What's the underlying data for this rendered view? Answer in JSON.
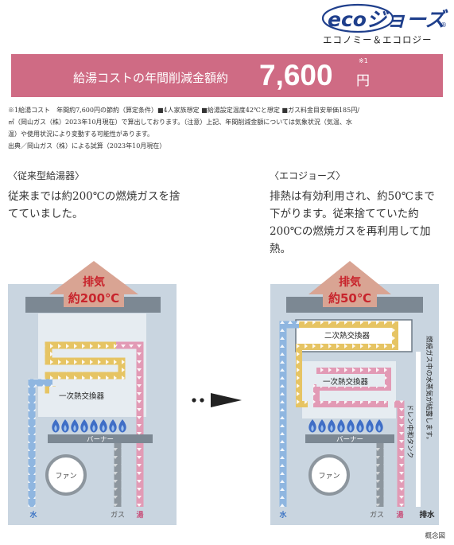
{
  "logo": {
    "wordmark": "ecoジョーズ",
    "registered": "®",
    "subtitle": "エコノミー＆エコロジー"
  },
  "banner": {
    "text": "給湯コストの年間削減金額約",
    "amount": "7,600",
    "unit": "円",
    "note_mark": "※1"
  },
  "footnote": {
    "line1": "※1給湯コスト　年間約7,600円の節約（算定条件）■4人家族想定 ■給湯設定温度42℃と想定 ■ガス料金目安単価185円/",
    "line2": "㎥（岡山ガス（株）2023年10月現在）で算出しております。（注意）上記、年間削減金額については気象状況（気温、水",
    "line3": "温）や使用状況により変動する可能性があります。",
    "line4": "出典／岡山ガス（株）による試算（2023年10月現在）"
  },
  "left": {
    "heading": "〈従来型給湯器〉",
    "description": "従来までは約200℃の燃焼ガスを捨てていました。",
    "exhaust_label": "排気",
    "exhaust_temp": "約200℃",
    "primary_exchanger": "一次熱交換器",
    "burner": "バーナー",
    "fan": "ファン",
    "water": "水",
    "gas": "ガス",
    "hot_water": "湯"
  },
  "right": {
    "heading": "〈エコジョーズ〉",
    "description": "排熱は有効利用され、約50℃まで下がります。従来捨てていた約200℃の燃焼ガスを再利用して加熱。",
    "exhaust_label": "排気",
    "exhaust_temp": "約50℃",
    "secondary_exchanger": "二次熱交換器",
    "primary_exchanger": "一次熱交換器",
    "burner": "バーナー",
    "fan": "ファン",
    "water": "水",
    "gas": "ガス",
    "hot_water": "湯",
    "drain": "排水",
    "drain_tank": "ドレン中和タンク",
    "condensation_note": "燃焼ガス中の水蒸気が結露します。"
  },
  "caption": "概念図",
  "colors": {
    "banner": "#cf6b84",
    "housing": "#c9d5e0",
    "inner_panel": "#e6ecf1",
    "dark_bar": "#7c8893",
    "exhaust_arrow": "#d9a493",
    "exhaust_text": "#c8242c",
    "water_pipe": "#8fb6e0",
    "gas_pipe": "#8d969e",
    "hot_pipe": "#e29ab5",
    "exchanger_pipe": "#e6c463",
    "flame": "#3f6ec6"
  }
}
